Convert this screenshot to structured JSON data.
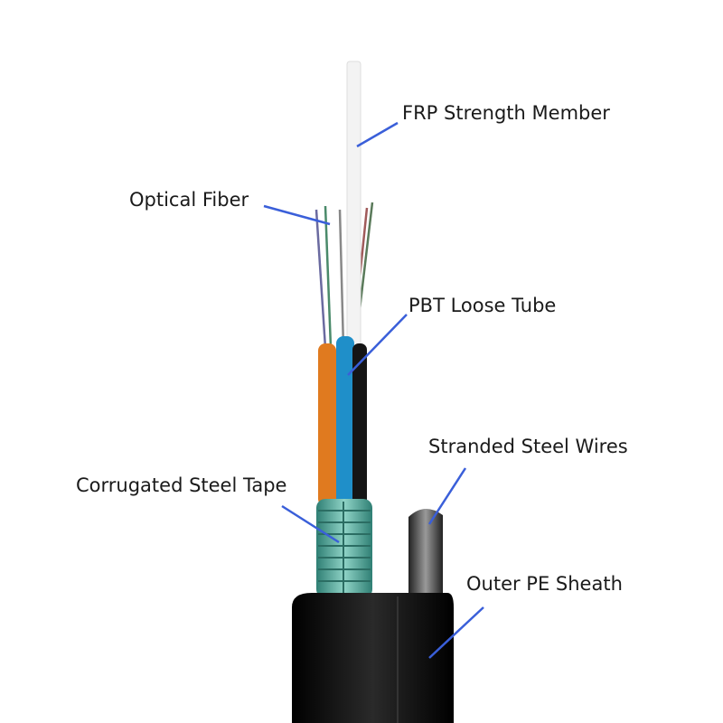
{
  "labels": {
    "frp": "FRP Strength Member",
    "fiber": "Optical Fiber",
    "tube": "PBT Loose Tube",
    "steel_wires": "Stranded Steel Wires",
    "steel_tape": "Corrugated Steel Tape",
    "sheath": "Outer PE Sheath"
  },
  "colors": {
    "leader": "#3a5fd9",
    "sheath": "#111111",
    "tape": "#4fa89a",
    "orange_tube": "#e07a1f",
    "blue_tube": "#1f8fc9",
    "frp": "#f2f2f2"
  }
}
